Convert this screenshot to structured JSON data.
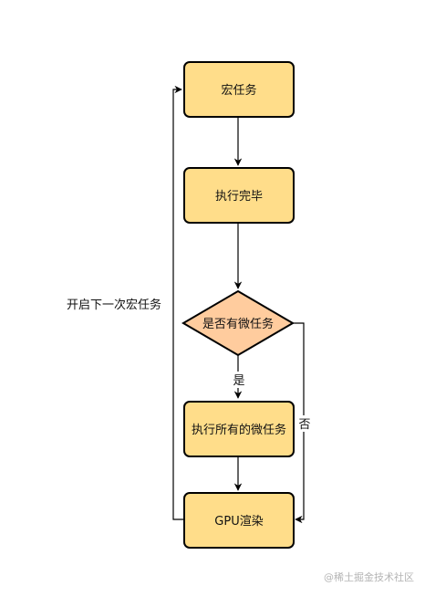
{
  "nodes": {
    "macro_task": "宏任务",
    "execution_done": "执行完毕",
    "has_micro_tasks": "是否有微任务",
    "run_all_micro_tasks": "执行所有的微任务",
    "gpu_render": "GPU渲染"
  },
  "edges": {
    "yes": "是",
    "no": "否",
    "next_macro_task": "开启下一次宏任务"
  },
  "colors": {
    "box_fill": "#FFDD8A",
    "diamond_fill": "#FFCC9E",
    "stroke": "#000000"
  },
  "watermark": "@稀土掘金技术社区"
}
